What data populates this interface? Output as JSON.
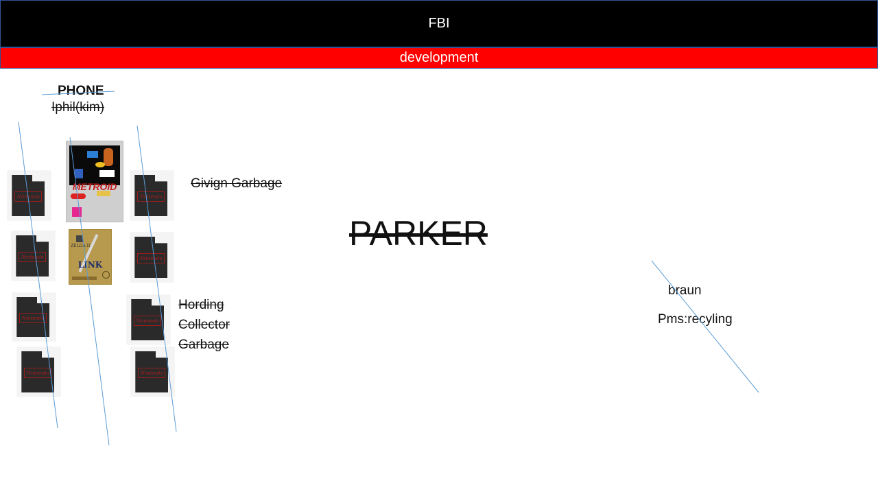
{
  "header": {
    "title": "FBI"
  },
  "subheader": {
    "label": "development"
  },
  "notes": {
    "phone": "PHONE",
    "iphil": "Iphil(kim)",
    "giving": "Givign Garbage",
    "parker": "PARKER",
    "hording": "Hording",
    "collector": "Collector",
    "garbage": "Garbage",
    "braun": "braun",
    "pms": "Pms:recyling"
  },
  "cartridges": {
    "label": "Nintendo"
  },
  "boxes": {
    "metroid": {
      "title": "METROID"
    },
    "zelda": {
      "title": "LINK",
      "subtitle": "ZELDA II"
    }
  },
  "colors": {
    "topbar": "#000000",
    "redbar": "#ff0000",
    "line": "#5b9bd5"
  }
}
